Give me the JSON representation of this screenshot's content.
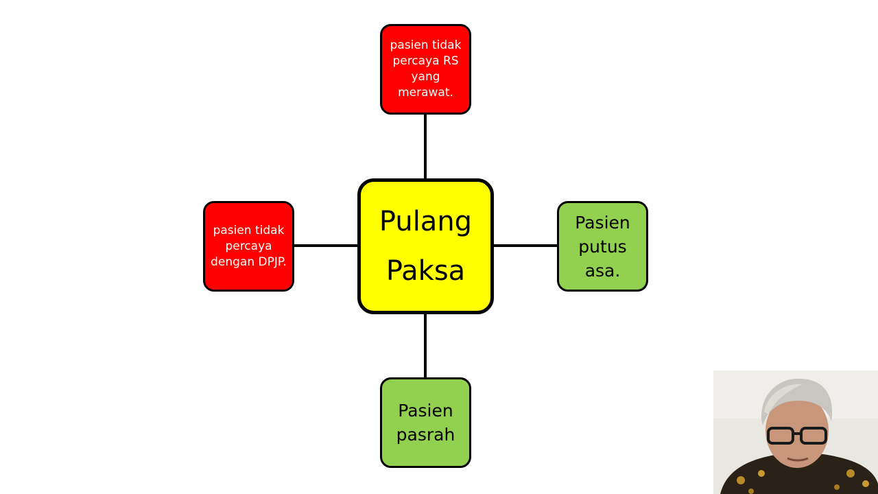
{
  "diagram": {
    "center": {
      "text": "Pulang\nPaksa",
      "fill": "#ffff00"
    },
    "top": {
      "text": "pasien tidak\npercaya  RS\nyang\nmerawat.",
      "fill": "#ff0000"
    },
    "left": {
      "text": "pasien tidak\npercaya\ndengan DPJP.",
      "fill": "#ff0000"
    },
    "right": {
      "text": " Pasien\nputus\nasa.",
      "fill": "#92d050"
    },
    "bottom": {
      "text": "Pasien\npasrah",
      "fill": "#92d050"
    }
  },
  "webcam": {
    "icon": "presenter-webcam-icon"
  }
}
